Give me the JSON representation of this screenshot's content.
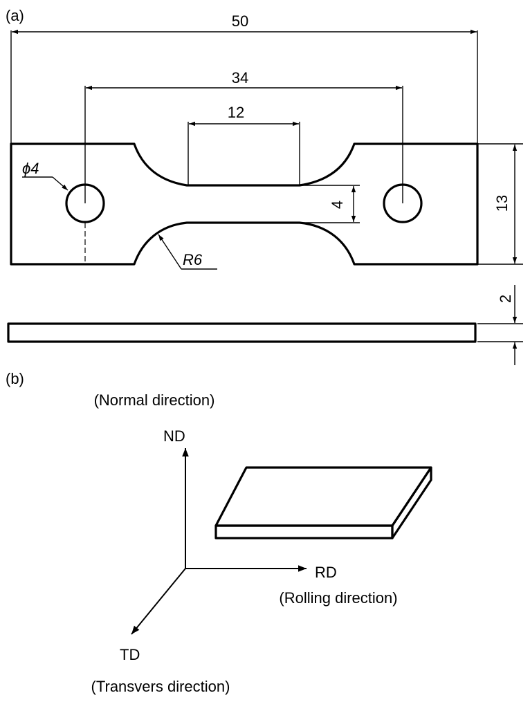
{
  "panel_labels": {
    "a": "(a)",
    "b": "(b)"
  },
  "dimensions": {
    "overall_length": "50",
    "hole_spacing": "34",
    "gauge_length": "12",
    "gauge_width": "4",
    "overall_width": "13",
    "thickness": "2",
    "hole_diameter": "ϕ4",
    "fillet_radius": "R6"
  },
  "axes": {
    "normal_label": "(Normal direction)",
    "nd": "ND",
    "rd": "RD",
    "rolling_label": "(Rolling direction)",
    "td": "TD",
    "transverse_label": "(Transvers direction)"
  }
}
